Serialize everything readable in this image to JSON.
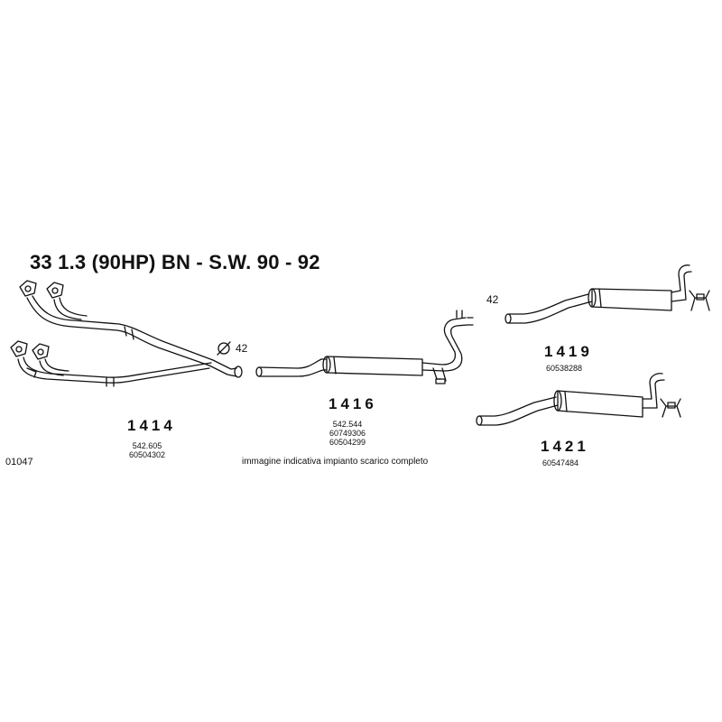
{
  "title": "33 1.3 (90HP) BN - S.W.  90 - 92",
  "drawing_code": "01047",
  "caption": "immagine indicativa impianto scarico completo",
  "parts": [
    {
      "number": "1414",
      "codes": [
        "542.605",
        "60504302"
      ],
      "diameter": "42"
    },
    {
      "number": "1416",
      "codes": [
        "542.544",
        "60749306",
        "60504299"
      ],
      "diameter": "42"
    },
    {
      "number": "1419",
      "codes": [
        "60538288"
      ]
    },
    {
      "number": "1421",
      "codes": [
        "60547484"
      ]
    }
  ]
}
